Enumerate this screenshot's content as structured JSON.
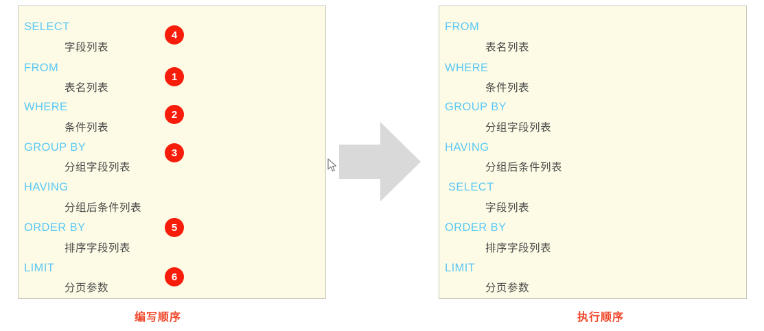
{
  "diagram": {
    "title_left": "编写顺序",
    "title_right": "执行顺序",
    "keyword_color": "#5BC8F5",
    "value_color": "#4A4A4A",
    "badge_color": "#F81C0B",
    "caption_color": "#F1462A",
    "panel_background": "#FDFBE5",
    "panel_border": "#C9C9BE",
    "arrow_color": "#D9D9D9"
  },
  "write_order": {
    "caption": "编写顺序",
    "rows": [
      {
        "keyword": "SELECT",
        "value": "字段列表",
        "badge": "4"
      },
      {
        "keyword": "FROM",
        "value": "表名列表",
        "badge": "1"
      },
      {
        "keyword": "WHERE",
        "value": "条件列表",
        "badge": "2"
      },
      {
        "keyword": "GROUP BY",
        "value": "分组字段列表",
        "badge": "3"
      },
      {
        "keyword": "HAVING",
        "value": "分组后条件列表",
        "badge": ""
      },
      {
        "keyword": "ORDER BY",
        "value": "排序字段列表",
        "badge": "5"
      },
      {
        "keyword": "LIMIT",
        "value": "分页参数",
        "badge": "6"
      }
    ]
  },
  "exec_order": {
    "caption": "执行顺序",
    "rows": [
      {
        "keyword": "FROM",
        "value": "表名列表"
      },
      {
        "keyword": "WHERE",
        "value": "条件列表"
      },
      {
        "keyword": "GROUP BY",
        "value": "分组字段列表"
      },
      {
        "keyword": "HAVING",
        "value": "分组后条件列表"
      },
      {
        "keyword": " SELECT",
        "value": "字段列表"
      },
      {
        "keyword": "ORDER BY",
        "value": "排序字段列表"
      },
      {
        "keyword": "LIMIT",
        "value": "分页参数"
      }
    ]
  },
  "arrow": {
    "name": "right-arrow",
    "direction": "right"
  }
}
